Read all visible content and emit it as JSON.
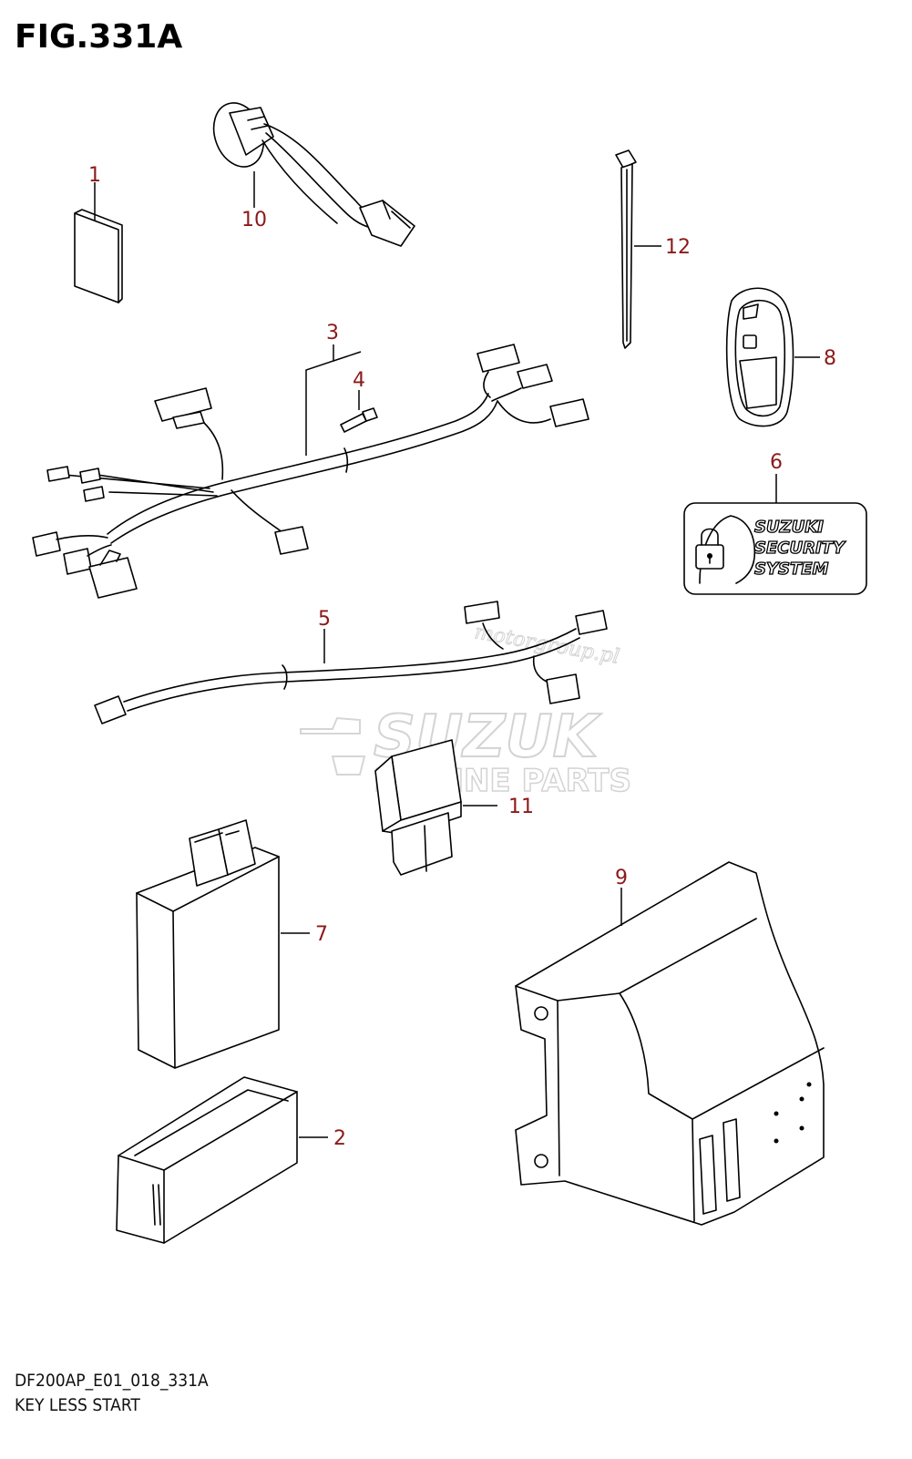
{
  "figure": {
    "title": "FIG.331A",
    "code": "DF200AP_E01_018_331A",
    "description": "KEY LESS START"
  },
  "callouts": [
    {
      "id": "p1",
      "label": "1"
    },
    {
      "id": "p2",
      "label": "2"
    },
    {
      "id": "p3",
      "label": "3"
    },
    {
      "id": "p4",
      "label": "4"
    },
    {
      "id": "p5",
      "label": "5"
    },
    {
      "id": "p6",
      "label": "6"
    },
    {
      "id": "p7",
      "label": "7"
    },
    {
      "id": "p8",
      "label": "8"
    },
    {
      "id": "p9",
      "label": "9"
    },
    {
      "id": "p10",
      "label": "10"
    },
    {
      "id": "p11",
      "label": "11"
    },
    {
      "id": "p12",
      "label": "12"
    }
  ],
  "security_label": {
    "line1": "SUZUKI",
    "line2": "SECURITY",
    "line3": "SYSTEM"
  },
  "watermark": {
    "brand": "SUZUK",
    "sub": "MARINE PARTS",
    "site": "motorgroup.pl"
  },
  "colors": {
    "callout": "#8b1a1a",
    "line": "#000000",
    "watermark": "#d8d8d8"
  }
}
